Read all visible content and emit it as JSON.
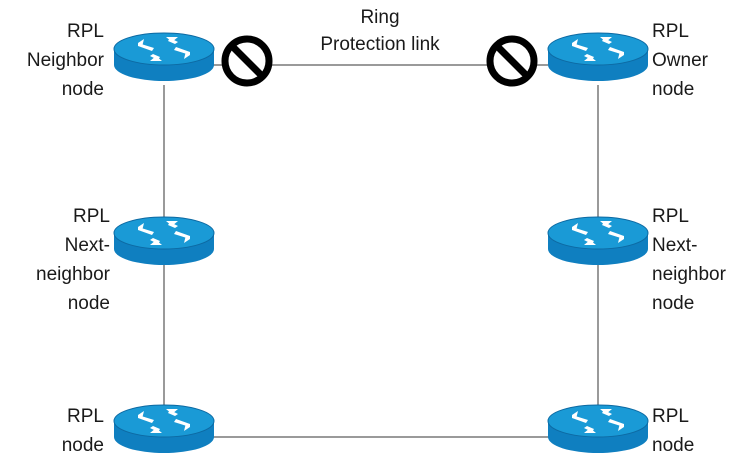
{
  "ring_link": {
    "label_line1": "Ring",
    "label_line2": "Protection link"
  },
  "nodes": {
    "top_left": {
      "lines": [
        "RPL",
        "Neighbor",
        "node"
      ]
    },
    "top_right": {
      "lines": [
        "RPL",
        "Owner",
        "node"
      ]
    },
    "mid_left": {
      "lines": [
        "RPL",
        "Next-",
        "neighbor",
        "node"
      ]
    },
    "mid_right": {
      "lines": [
        "RPL",
        "Next-",
        "neighbor",
        "node"
      ]
    },
    "bottom_left": {
      "lines": [
        "RPL",
        "node"
      ]
    },
    "bottom_right": {
      "lines": [
        "RPL",
        "node"
      ]
    }
  },
  "colors": {
    "router_top": "#1a9ad6",
    "router_side": "#0f7fc0",
    "link": "#9a9a9a",
    "block_symbol": "#000000"
  },
  "icons": {
    "router": "router-icon",
    "block": "blocked-port-icon"
  }
}
